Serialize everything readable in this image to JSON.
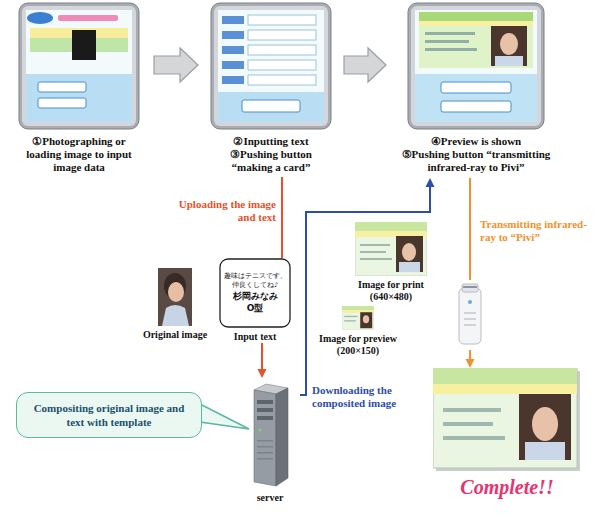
{
  "diagram": {
    "nodes": [
      {
        "text": [
          "①Photographing or loading image to input image data"
        ]
      },
      {
        "text": [
          "②Inputting text",
          "③Pushing button “making a card”"
        ]
      },
      {
        "text": [
          "④Preview is shown",
          "⑤Pushing button “transmitting infrared-ray to Pivi”"
        ]
      },
      {
        "text": [
          "Image for print (640×480)"
        ]
      },
      {
        "text": [
          "Original image"
        ]
      },
      {
        "text": [
          "趣味はテニスです。",
          "仲良くしてね♪",
          "杉岡みなみ",
          "O型",
          "Input text"
        ]
      },
      {
        "text": [
          "Image for preview (200×150)"
        ]
      },
      {
        "text": [
          "Compositing original image and text with template"
        ]
      },
      {
        "text": [
          "server"
        ]
      },
      {
        "text": [
          "Complete!!"
        ]
      }
    ],
    "edges": [
      {
        "from": 0,
        "to": 1,
        "arrow": "to"
      },
      {
        "from": 1,
        "to": 2,
        "arrow": "to"
      },
      {
        "from": 1,
        "to": 5,
        "label": "Uploading the image and text",
        "arrow": "none"
      },
      {
        "from": 5,
        "to": 8,
        "arrow": "to"
      },
      {
        "from": 8,
        "to": 2,
        "label": "Downloading the composited image",
        "arrow": "to"
      },
      {
        "from": 2,
        "to": 9,
        "label": "Transmitting infrared-ray to “Pivi”",
        "arrow": "to"
      }
    ]
  }
}
